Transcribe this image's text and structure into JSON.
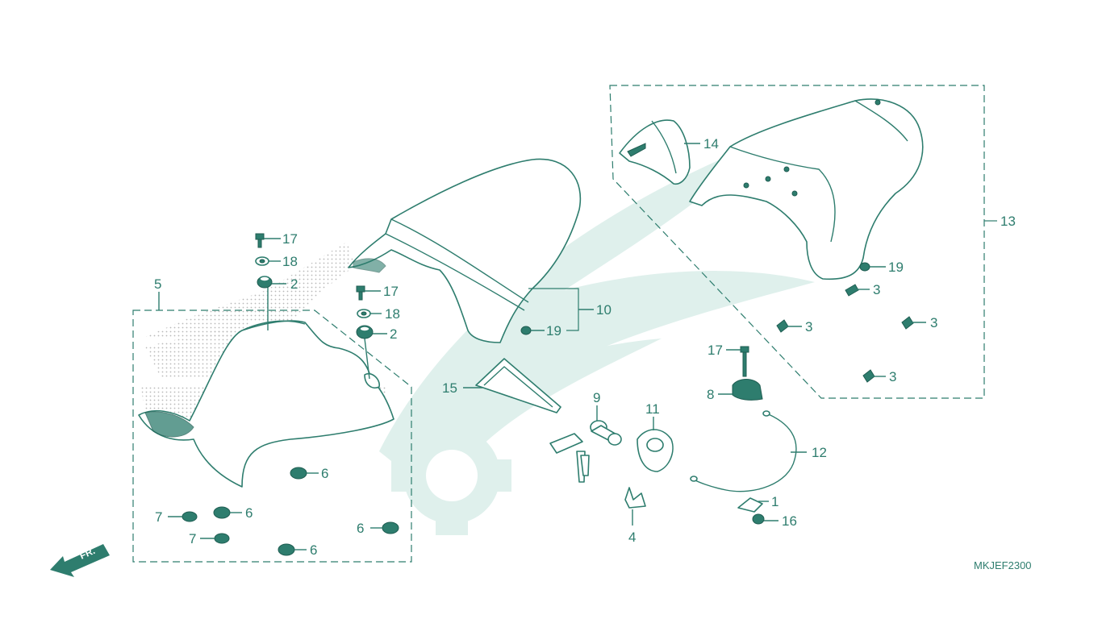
{
  "diagram_code": "MKJEF2300",
  "direction_label": "FR.",
  "callouts": [
    {
      "id": "c5",
      "label": "5"
    },
    {
      "id": "c17a",
      "label": "17"
    },
    {
      "id": "c18a",
      "label": "18"
    },
    {
      "id": "c2a",
      "label": "2"
    },
    {
      "id": "c17b",
      "label": "17"
    },
    {
      "id": "c18b",
      "label": "18"
    },
    {
      "id": "c2b",
      "label": "2"
    },
    {
      "id": "c10",
      "label": "10"
    },
    {
      "id": "c19a",
      "label": "19"
    },
    {
      "id": "c14",
      "label": "14"
    },
    {
      "id": "c13",
      "label": "13"
    },
    {
      "id": "c19b",
      "label": "19"
    },
    {
      "id": "c3a",
      "label": "3"
    },
    {
      "id": "c3b",
      "label": "3"
    },
    {
      "id": "c3c",
      "label": "3"
    },
    {
      "id": "c3d",
      "label": "3"
    },
    {
      "id": "c17c",
      "label": "17"
    },
    {
      "id": "c8",
      "label": "8"
    },
    {
      "id": "c15",
      "label": "15"
    },
    {
      "id": "c9",
      "label": "9"
    },
    {
      "id": "c11",
      "label": "11"
    },
    {
      "id": "c12",
      "label": "12"
    },
    {
      "id": "c1",
      "label": "1"
    },
    {
      "id": "c16",
      "label": "16"
    },
    {
      "id": "c4",
      "label": "4"
    },
    {
      "id": "c6a",
      "label": "6"
    },
    {
      "id": "c6b",
      "label": "6"
    },
    {
      "id": "c6c",
      "label": "6"
    },
    {
      "id": "c6d",
      "label": "6"
    },
    {
      "id": "c7a",
      "label": "7"
    },
    {
      "id": "c7b",
      "label": "7"
    }
  ],
  "colors": {
    "line": "#2e7d6e",
    "watermark": "#dff0ec"
  }
}
